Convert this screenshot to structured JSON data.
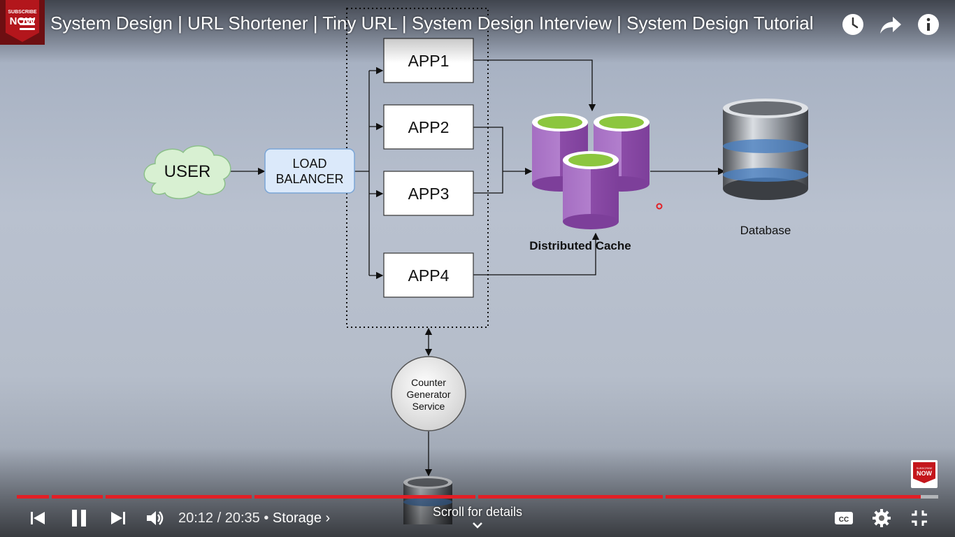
{
  "video": {
    "title": "System Design | URL Shortener | Tiny URL | System Design Interview | System Design Tutorial",
    "channel_avatar": {
      "top_text": "SUBSCRIBE",
      "main_text": "NOW"
    },
    "watermark": {
      "top_text": "SUBSCRIBE",
      "main_text": "NOW"
    }
  },
  "diagram": {
    "user": "USER",
    "load_balancer": [
      "LOAD",
      "BALANCER"
    ],
    "apps": [
      "APP1",
      "APP2",
      "APP3",
      "APP4"
    ],
    "cache_label": "Distributed Cache",
    "database_label": "Database",
    "counter_service": [
      "Counter",
      "Generator",
      "Service"
    ]
  },
  "player": {
    "current_time": "20:12",
    "duration": "20:35",
    "time_separator": " / ",
    "chapter_prefix": " • ",
    "chapter": "Storage",
    "chapter_chevron": "›",
    "progress_percent": 98.1,
    "scroll_for_details": "Scroll for details"
  },
  "icons": {
    "menu": "menu-icon",
    "watch_later": "clock-icon",
    "share": "share-arrow-icon",
    "info": "info-icon",
    "previous": "skip-previous-icon",
    "pause": "pause-icon",
    "next": "skip-next-icon",
    "volume": "volume-icon",
    "captions": "cc-icon",
    "settings": "gear-icon",
    "exit_fullscreen": "exit-fullscreen-icon",
    "scroll": "chevron-down-icon"
  },
  "colors": {
    "progress": "#e21f26",
    "cloud_fill": "#d8f0d2",
    "lb_fill": "#dbe9fa",
    "cache_purple": "#9b59b6",
    "cache_top": "#8cc63f"
  }
}
